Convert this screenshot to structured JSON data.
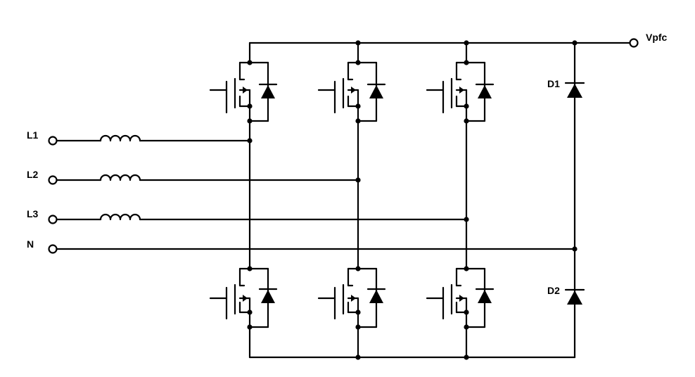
{
  "labels": {
    "vpfc": "Vpfc",
    "l1": "L1",
    "l2": "L2",
    "l3": "L3",
    "n": "N",
    "d1": "D1",
    "d2": "D2"
  },
  "colors": {
    "line": "#000000",
    "background": "#ffffff"
  },
  "components": {
    "inductors": [
      "L1",
      "L2",
      "L3"
    ],
    "mosfets": 6,
    "diodes": [
      "D1",
      "D2"
    ]
  }
}
